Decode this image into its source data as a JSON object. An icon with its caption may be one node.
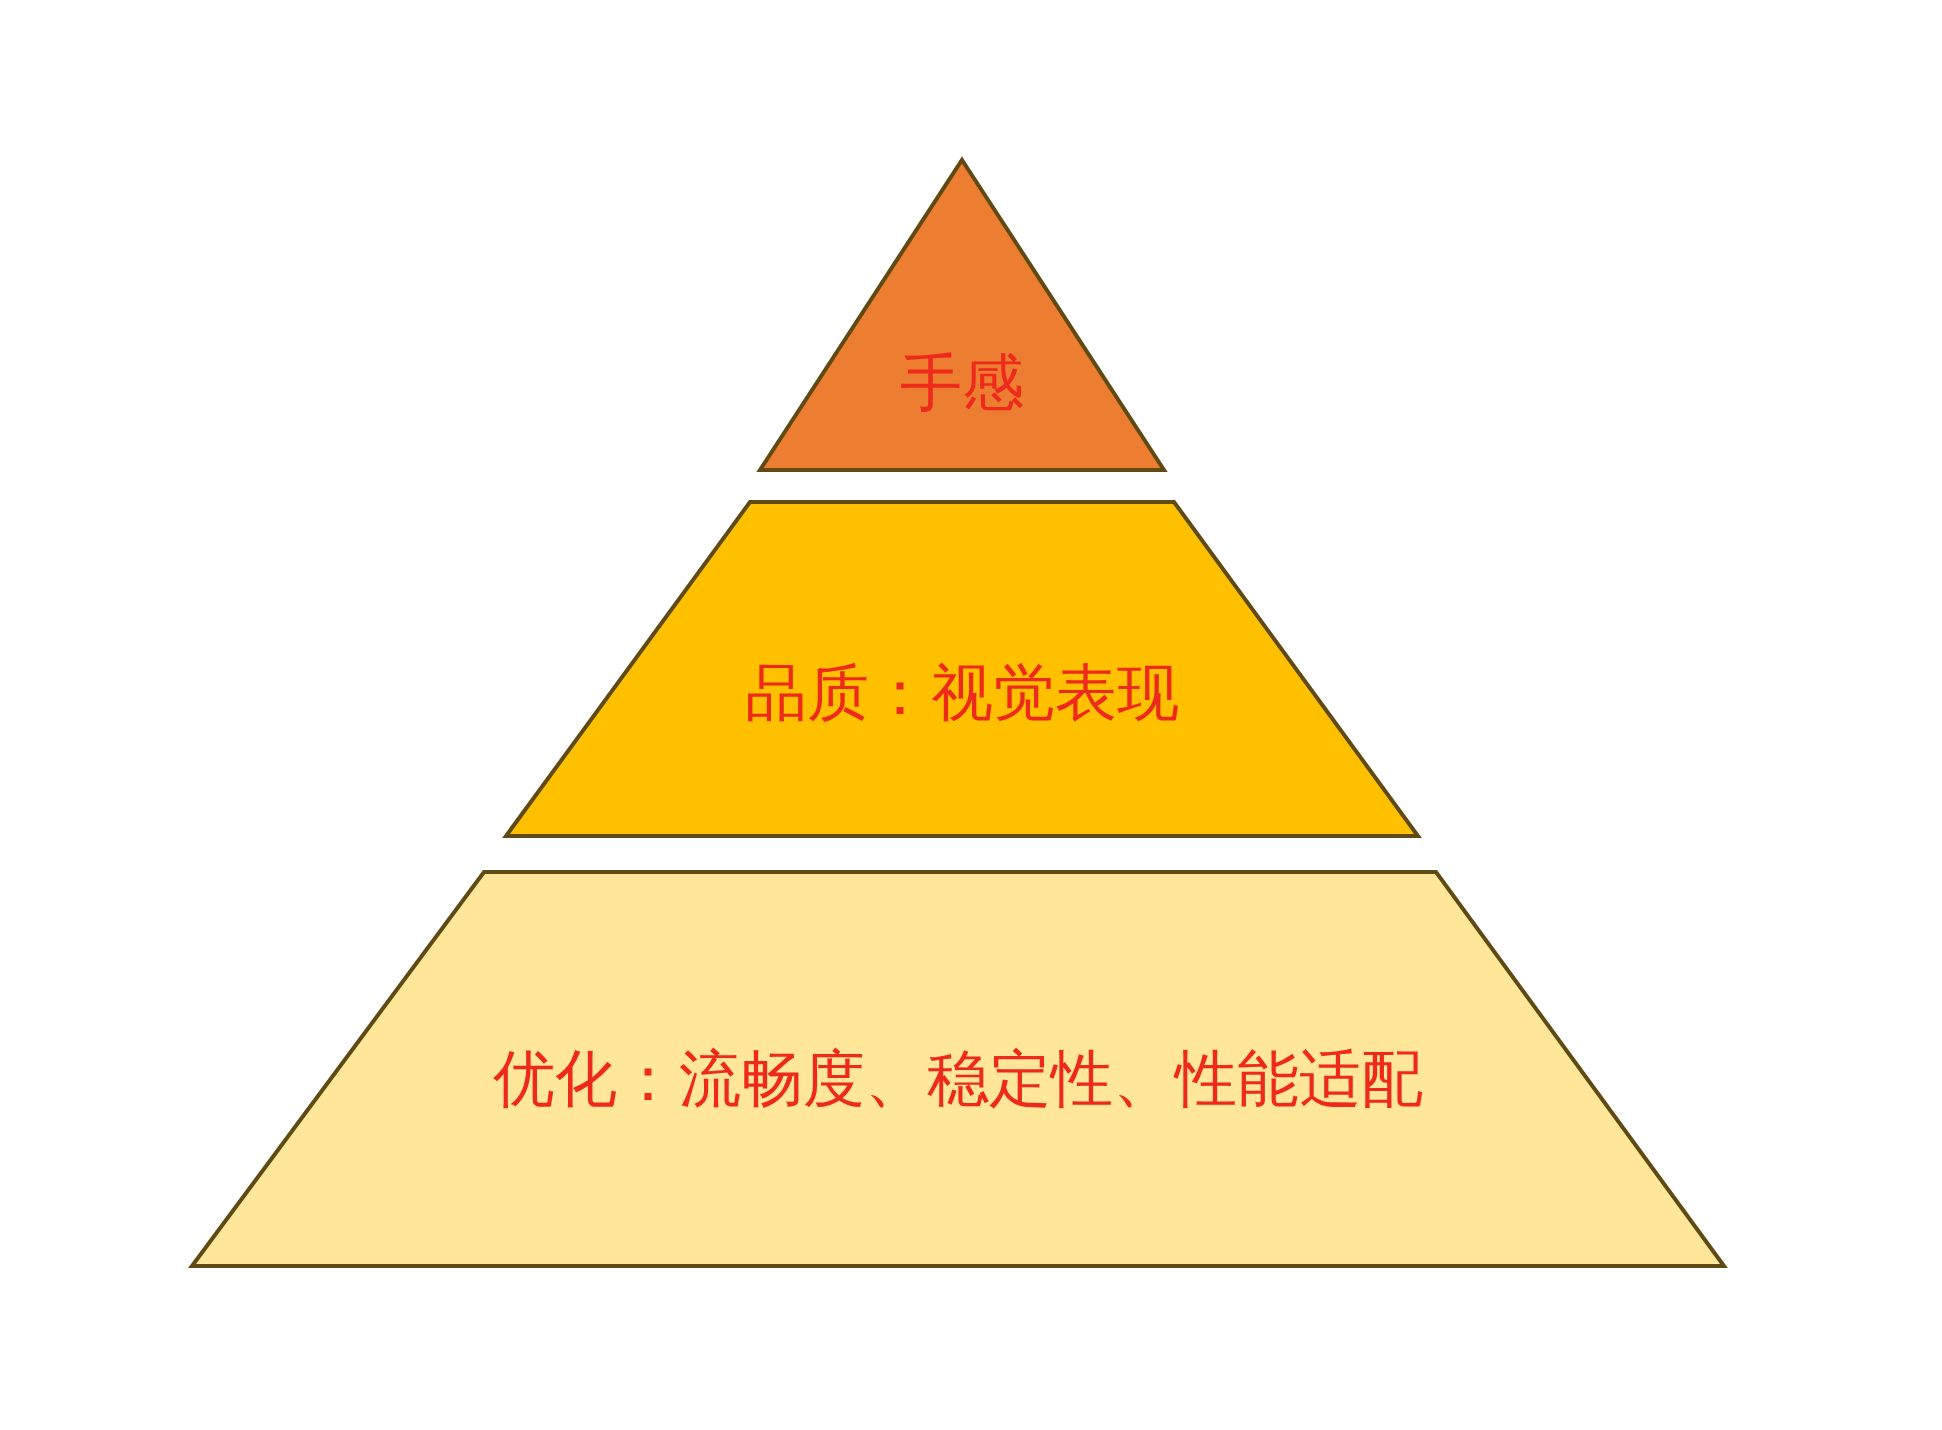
{
  "diagram": {
    "nodes": [
      {
        "text": [
          "手感"
        ]
      },
      {
        "text": [
          "品质：视觉表现"
        ]
      },
      {
        "text": [
          "优化：流畅度、稳定性、性能适配"
        ]
      }
    ]
  }
}
